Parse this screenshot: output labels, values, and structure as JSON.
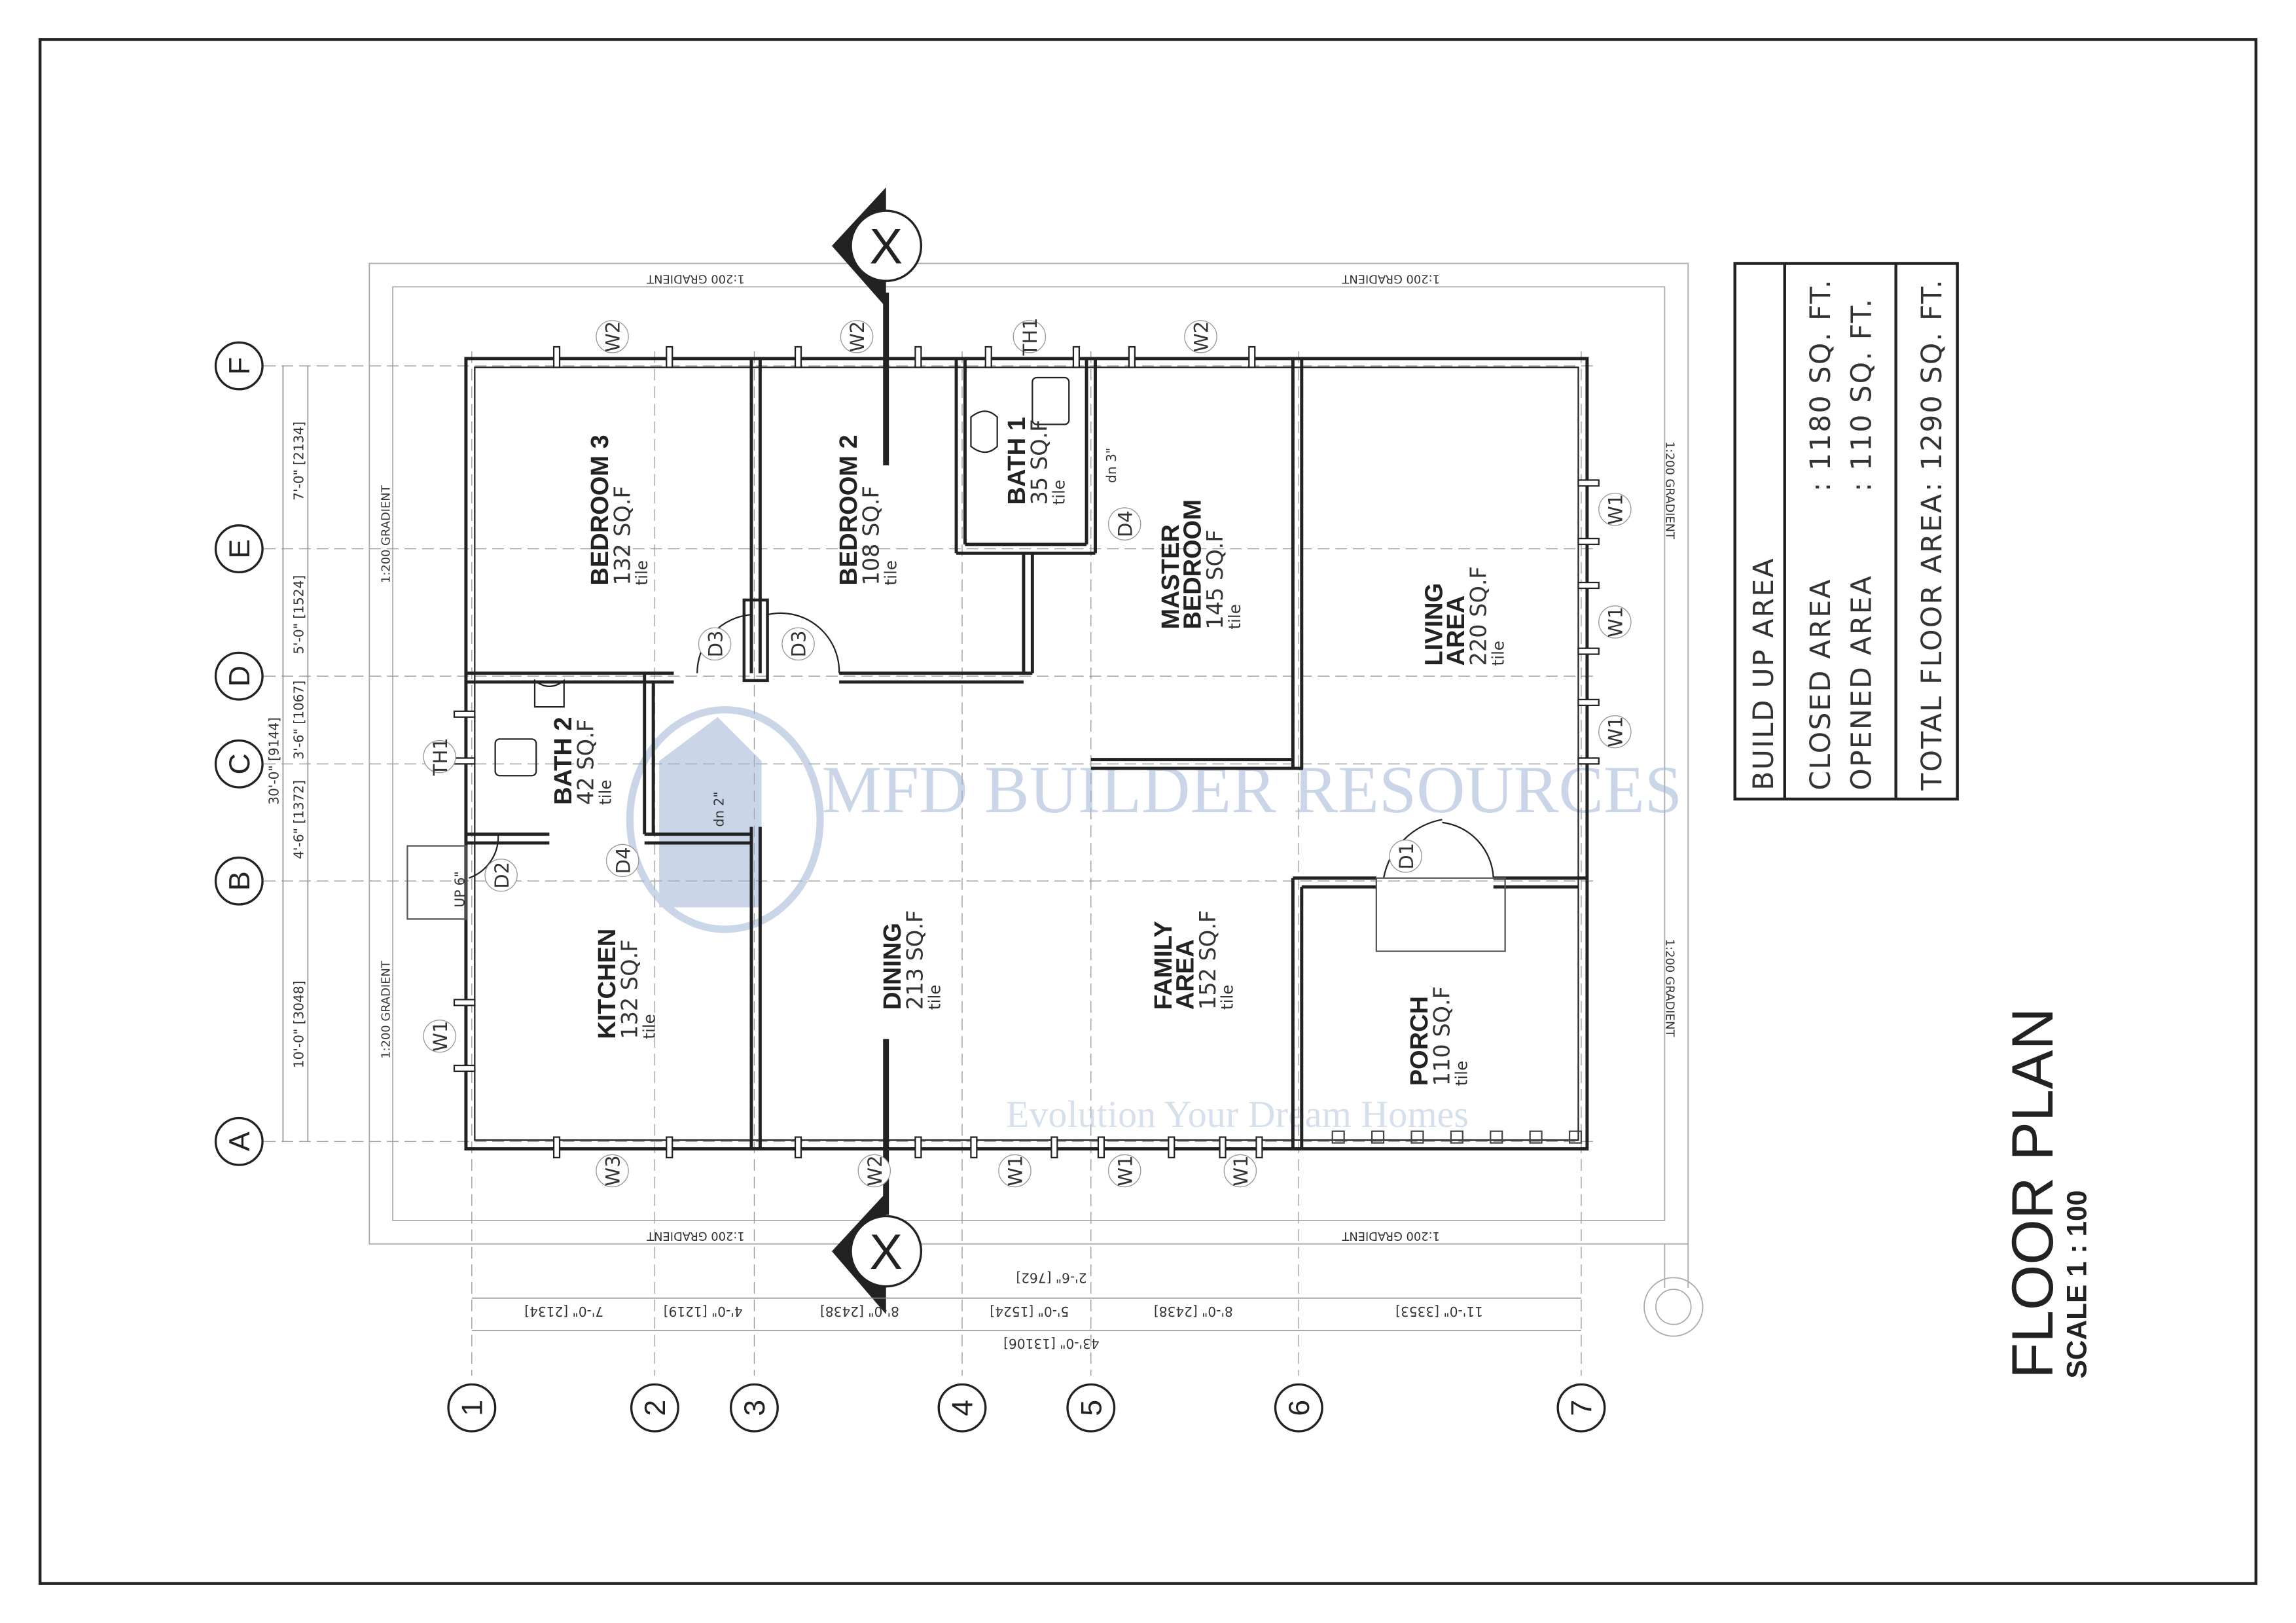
{
  "title": "FLOOR PLAN",
  "scale": "SCALE 1 : 100",
  "watermark": {
    "brand": "MFD BUILDER RESOURCES",
    "tagline": "Evolution Your Dream Homes",
    "color": "#9fb6d6"
  },
  "area_table": {
    "heading": "BUILD UP AREA",
    "rows": [
      {
        "label": "CLOSED AREA",
        "value": ": 1180 SQ. FT."
      },
      {
        "label": "OPENED AREA",
        "value": ": 110 SQ. FT."
      }
    ],
    "total": {
      "label": "TOTAL FLOOR AREA",
      "value": ": 1290 SQ. FT."
    }
  },
  "rooms": [
    {
      "name": [
        "BEDROOM 3"
      ],
      "area": "132 SQ.F",
      "floor": "tile"
    },
    {
      "name": [
        "BEDROOM 2"
      ],
      "area": "108 SQ.F",
      "floor": "tile"
    },
    {
      "name": [
        "BATH 1"
      ],
      "area": "35 SQ.F",
      "floor": "tile"
    },
    {
      "name": [
        "MASTER",
        "BEDROOM"
      ],
      "area": "145 SQ.F",
      "floor": "tile"
    },
    {
      "name": [
        "LIVING",
        "AREA"
      ],
      "area": "220 SQ.F",
      "floor": "tile"
    },
    {
      "name": [
        "BATH 2"
      ],
      "area": "42 SQ.F",
      "floor": "tile"
    },
    {
      "name": [
        "KITCHEN"
      ],
      "area": "132 SQ.F",
      "floor": "tile"
    },
    {
      "name": [
        "DINING"
      ],
      "area": "213 SQ.F",
      "floor": "tile"
    },
    {
      "name": [
        "FAMILY",
        "AREA"
      ],
      "area": "152 SQ.F",
      "floor": "tile"
    },
    {
      "name": [
        "PORCH"
      ],
      "area": "110 SQ.F",
      "floor": "tile"
    }
  ],
  "tags": [
    "W2",
    "W2",
    "TH1",
    "W2",
    "W1",
    "W1",
    "W1",
    "D3",
    "D3",
    "D4",
    "D4",
    "TH1",
    "D2",
    "W1",
    "W3",
    "W2",
    "W1",
    "W1",
    "W1",
    "D1"
  ],
  "step_notes": [
    "dn 3\"",
    "dn 2\"",
    "UP 6\""
  ],
  "gradient_label": "1:200 GRADIENT",
  "grid_rows": [
    "F",
    "E",
    "D",
    "C",
    "B",
    "A"
  ],
  "grid_cols": [
    "1",
    "2",
    "3",
    "4",
    "5",
    "6",
    "7"
  ],
  "section_mark": "X",
  "dims_bottom": [
    "7'-0\" [2134]",
    "4'-0\" [1219]",
    "8'-0\" [2438]",
    "5'-0\" [1524]",
    "8'-0\" [2438]",
    "11'-0\" [3353]"
  ],
  "dim_bottom_total": "43'-0\" [13106]",
  "dim_bottom_extra": "2'-6\" [762]",
  "dims_left": [
    "7'-0\" [2134]",
    "5'-0\" [1524]",
    "3'-6\" [1067]",
    "4'-6\" [1372]",
    "10'-0\" [3048]"
  ],
  "dim_left_total": "30'-0\" [9144]"
}
